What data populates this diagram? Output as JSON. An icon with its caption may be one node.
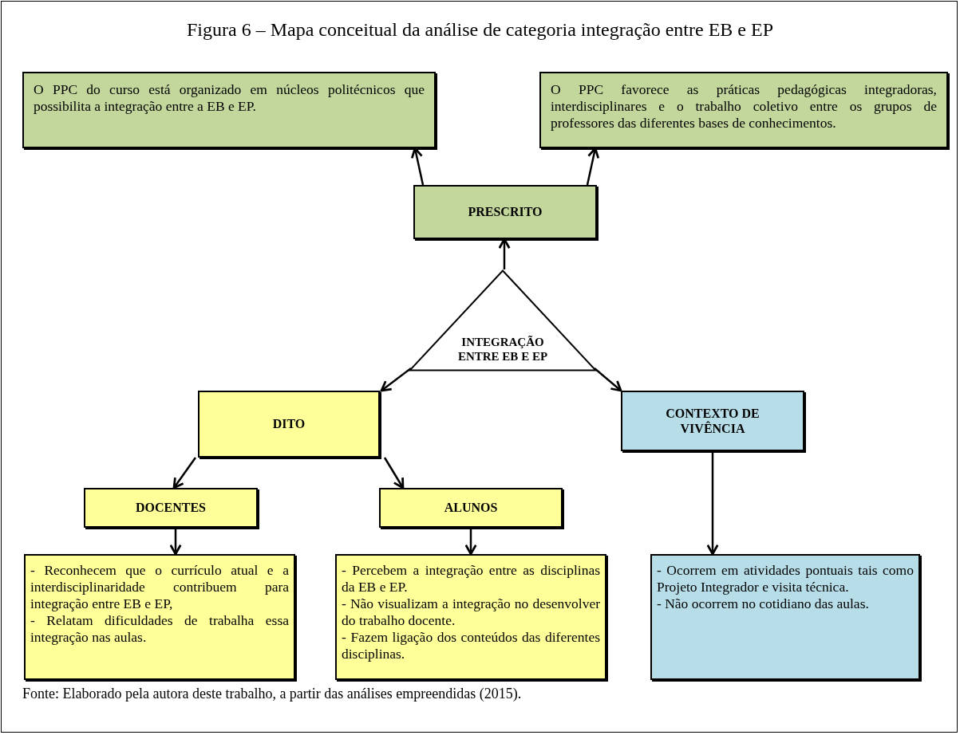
{
  "diagram": {
    "title": "Figura 6 – Mapa conceitual da análise de categoria integração entre EB e EP",
    "caption": "Fonte: Elaborado pela autora deste trabalho, a partir das análises empreendidas (2015).",
    "nodes": [
      {
        "text": [
          "O PPC do curso está organizado em núcleos politécnicos que possibilita a integração entre a EB e EP."
        ]
      },
      {
        "text": [
          "O PPC favorece as práticas pedagógicas integradoras, interdisciplinares e o trabalho coletivo entre os grupos de professores das diferentes bases de conhecimentos."
        ]
      },
      {
        "text": [
          "PRESCRITO"
        ]
      },
      {
        "text": [
          "INTEGRAÇÃO ENTRE EB E EP"
        ]
      },
      {
        "text": [
          "DITO"
        ]
      },
      {
        "text": [
          "CONTEXTO DE VIVÊNCIA"
        ]
      },
      {
        "text": [
          "DOCENTES"
        ]
      },
      {
        "text": [
          "ALUNOS"
        ]
      },
      {
        "text": [
          "- Reconhecem que o currículo atual e a interdisciplinaridade contribuem para integração entre EB e EP,",
          "- Relatam dificuldades de  trabalha essa integração nas aulas."
        ]
      },
      {
        "text": [
          "- Percebem a integração entre as disciplinas da EB e EP.",
          "- Não visualizam a integração no desenvolver do trabalho docente.",
          "- Fazem ligação dos conteúdos das diferentes disciplinas."
        ]
      },
      {
        "text": [
          "- Ocorrem em atividades pontuais tais como Projeto Integrador e visita técnica.",
          "- Não ocorrem no cotidiano das aulas."
        ]
      }
    ],
    "edges": [
      {
        "from": 2,
        "to": 0,
        "arrow": "to"
      },
      {
        "from": 2,
        "to": 1,
        "arrow": "to"
      },
      {
        "from": 3,
        "to": 2,
        "arrow": "to"
      },
      {
        "from": 3,
        "to": 4,
        "arrow": "to"
      },
      {
        "from": 3,
        "to": 5,
        "arrow": "to"
      },
      {
        "from": 4,
        "to": 6,
        "arrow": "to"
      },
      {
        "from": 4,
        "to": 7,
        "arrow": "to"
      },
      {
        "from": 6,
        "to": 8,
        "arrow": "to"
      },
      {
        "from": 7,
        "to": 9,
        "arrow": "to"
      },
      {
        "from": 5,
        "to": 10,
        "arrow": "to"
      }
    ]
  }
}
